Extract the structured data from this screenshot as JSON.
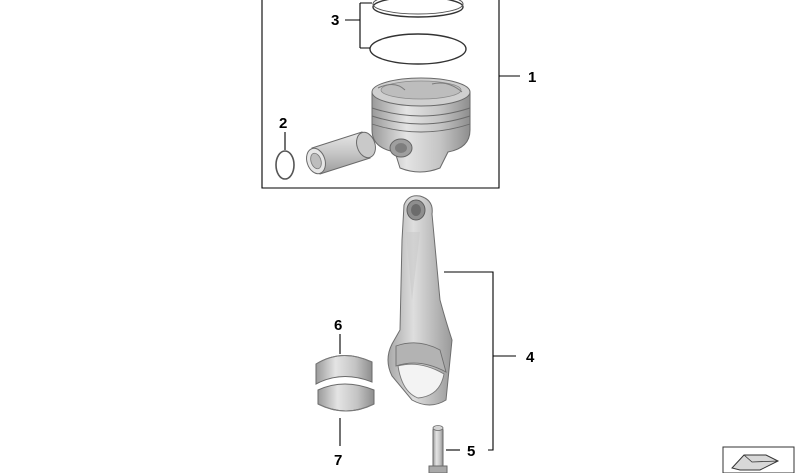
{
  "callouts": {
    "c1": "1",
    "c2": "2",
    "c3": "3",
    "c4": "4",
    "c5": "5",
    "c6": "6",
    "c7": "7"
  },
  "parts": {
    "piston_assembly": [
      "piston",
      "piston-rings",
      "piston-pin",
      "circlip"
    ],
    "connecting_rod_assembly": [
      "connecting-rod",
      "rod-bolt"
    ],
    "bearing_shells": [
      "upper-bearing-shell",
      "lower-bearing-shell"
    ]
  },
  "icons": [
    "catalog-corner-icon"
  ],
  "colors": {
    "line": "#000000",
    "metal_light": "#d9d9d9",
    "metal_mid": "#b8b8b8",
    "metal_dark": "#8c8c8c",
    "background": "#ffffff"
  }
}
